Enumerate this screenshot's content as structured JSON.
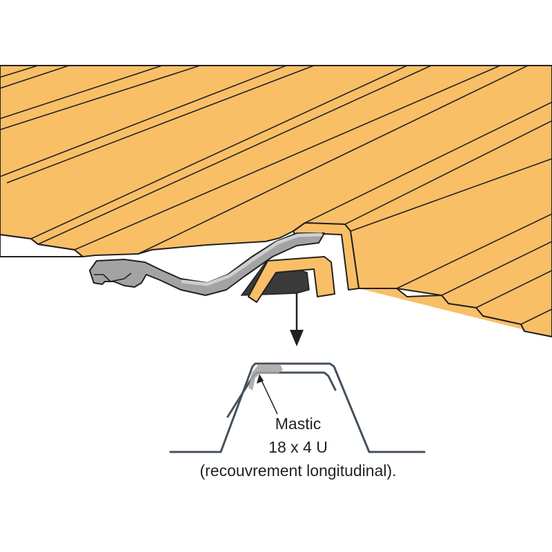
{
  "callout": {
    "line1": "Mastic",
    "line2": "18 x 4 U",
    "line3": "(recouvrement longitudinal)."
  },
  "colors": {
    "roof_fill": "#f8bf67",
    "outline": "#231f20",
    "mastic_band": "#a3a3a5",
    "mastic_band_light": "#cfcfd1",
    "shadow": "#3a3a3a",
    "section_line": "#44505b"
  }
}
